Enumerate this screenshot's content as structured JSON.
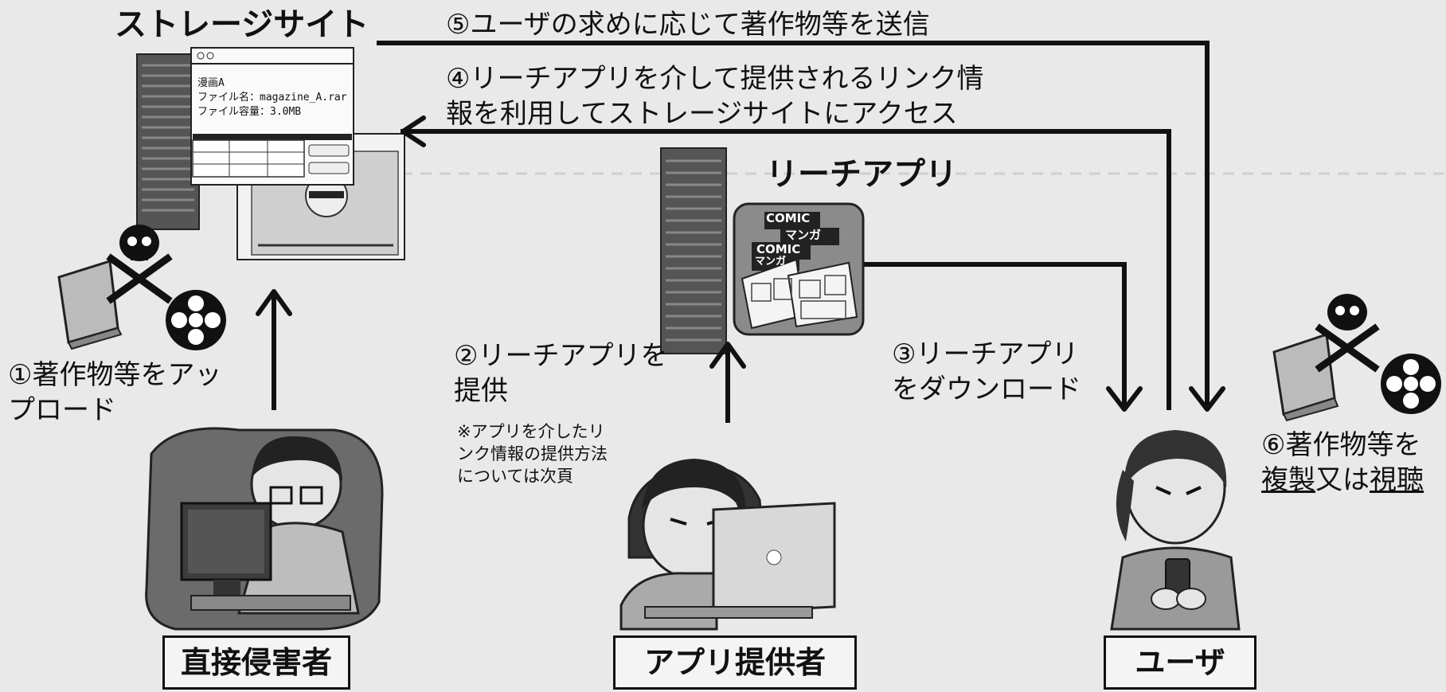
{
  "labels": {
    "storage_site": "ストレージサイト",
    "reach_app": "リーチアプリ",
    "arrow5": "⑤ユーザの求めに応じて著作物等を送信",
    "arrow4_line1": "④リーチアプリを介して提供されるリンク情",
    "arrow4_line2": "報を利用してストレージサイトにアクセス",
    "step1_line1": "①著作物等をアッ",
    "step1_line2": "プロード",
    "step2_line1": "②リーチアプリを",
    "step2_line2": "提供",
    "step2_note_1": "※アプリを介したリ",
    "step2_note_2": "ンク情報の提供方法",
    "step2_note_3": "については次頁",
    "step3_line1": "③リーチアプリ",
    "step3_line2": "をダウンロード",
    "step6_line1": "⑥著作物等を",
    "step6_word1": "複製",
    "step6_mid": "又は",
    "step6_word2": "視聴"
  },
  "actors": {
    "infringer": "直接侵害者",
    "provider": "アプリ提供者",
    "user": "ユーザ"
  },
  "storage_window": {
    "title": "漫画A",
    "filename": "ファイル名：magazine_A.rar",
    "filesize": "ファイル容量：3.0MB"
  },
  "app_icon": {
    "line1": "COMIC",
    "line2": "マンガ",
    "line3": "COMIC",
    "line4": "マンガ"
  },
  "colors": {
    "background": "#e9e9e9",
    "stroke": "#111111"
  }
}
